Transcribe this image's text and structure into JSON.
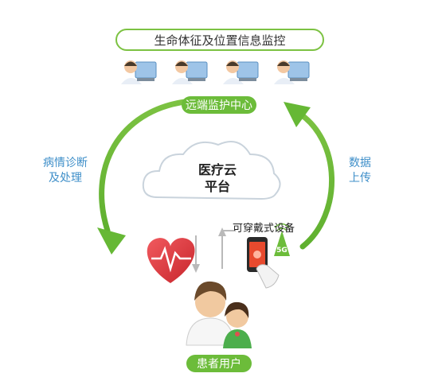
{
  "diagram": {
    "top_banner": "生命体征及位置信息监控",
    "center_label": "远端监护中心",
    "left_label": [
      "病情诊断",
      "及处理"
    ],
    "right_label": [
      "数据",
      "上传"
    ],
    "cloud_label": [
      "医疗云",
      "平台"
    ],
    "wearable_label": "可穿戴式设备",
    "signal_badge": "5G",
    "bottom_label": "患者用户"
  },
  "colors": {
    "green": "#6cbc3a",
    "blue_text": "#3f8fc9",
    "heart_red": "#e03a3e"
  }
}
